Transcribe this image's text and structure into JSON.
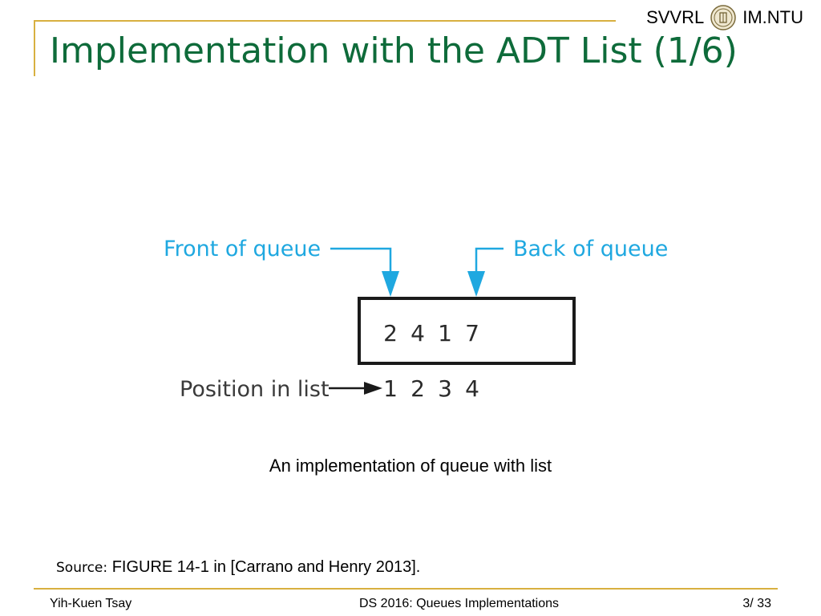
{
  "header": {
    "brand_left": "SVVRL",
    "brand_right": "IM.NTU",
    "seal_icon": "university-seal-icon",
    "title": "Implementation with the ADT List (1/6)"
  },
  "diagram": {
    "front_label": "Front of queue",
    "back_label": "Back of queue",
    "items": [
      "2",
      "4",
      "1",
      "7"
    ],
    "position_label": "Position in list",
    "positions": [
      "1",
      "2",
      "3",
      "4"
    ],
    "accent_color": "#1fa8e0"
  },
  "caption": "An implementation of queue with list",
  "source": {
    "label": "Source:",
    "text": "FIGURE 14-1 in [Carrano and Henry 2013]."
  },
  "footer": {
    "author": "Yih-Kuen Tsay",
    "course": "DS 2016: Queues Implementations",
    "page": "3",
    "separator": "/",
    "total": "33"
  },
  "colors": {
    "title": "#0e6b3a",
    "rule": "#d8b040"
  }
}
